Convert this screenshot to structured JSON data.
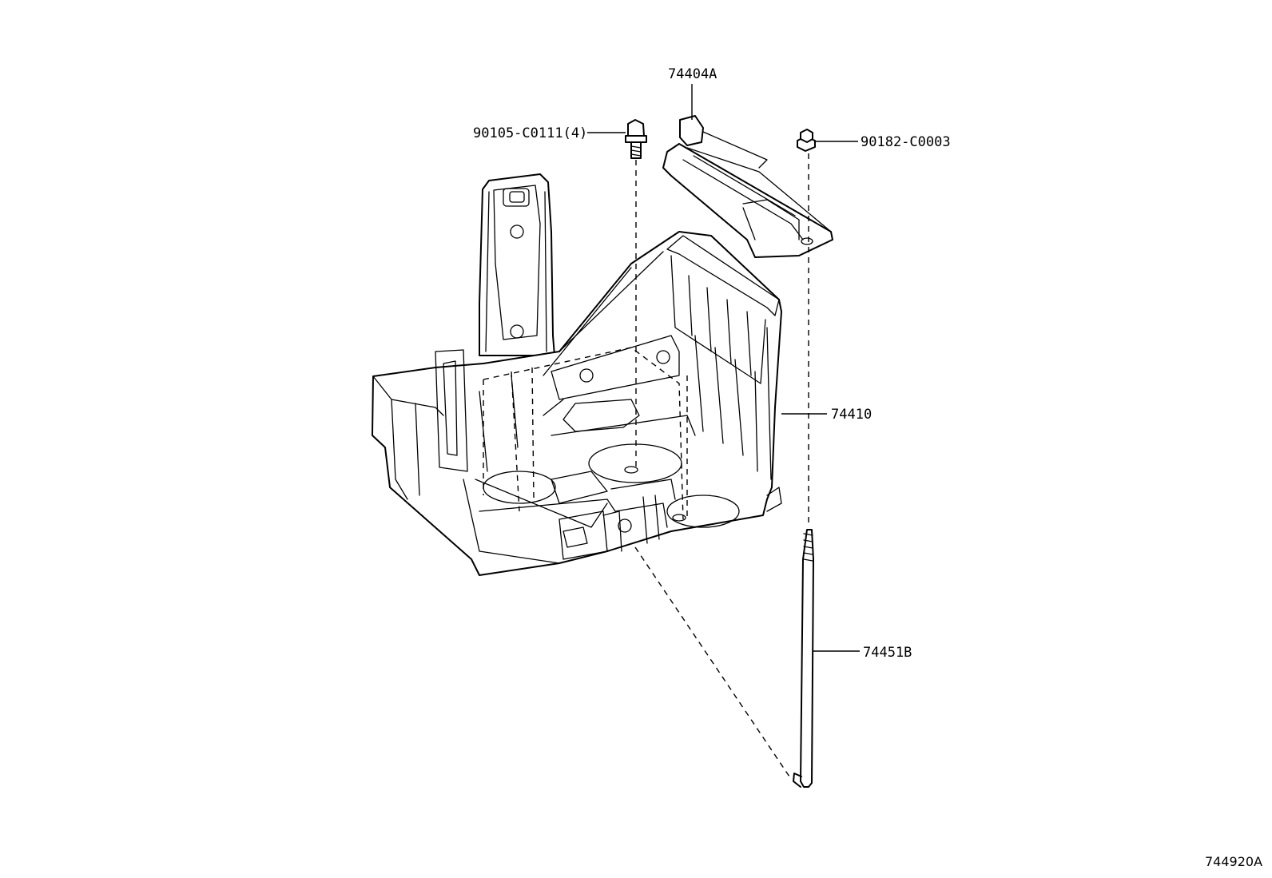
{
  "diagram": {
    "title": "",
    "figure_id": "744920A",
    "callouts": [
      {
        "id": "bolt",
        "part_number": "90105-C0111(4)"
      },
      {
        "id": "clamp",
        "part_number": "74404A"
      },
      {
        "id": "nut",
        "part_number": "90182-C0003"
      },
      {
        "id": "tray",
        "part_number": "74410"
      },
      {
        "id": "rod",
        "part_number": "74451B"
      }
    ]
  }
}
